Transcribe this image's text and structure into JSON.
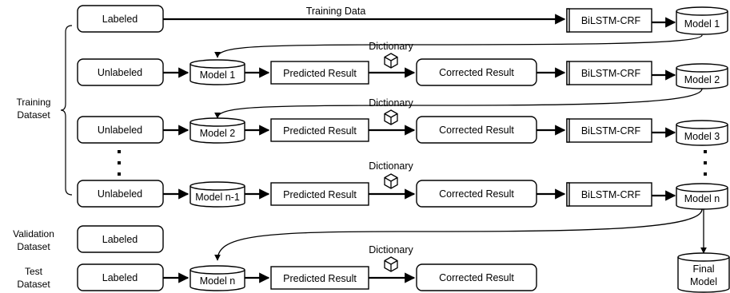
{
  "labels": {
    "labeled": "Labeled",
    "unlabeled": "Unlabeled",
    "training_data": "Training Data",
    "dictionary": "Dictionary",
    "predicted_result": "Predicted Result",
    "corrected_result": "Corrected Result",
    "bilstm_crf": "BiLSTM-CRF",
    "model_1": "Model 1",
    "model_2": "Model 2",
    "model_3": "Model 3",
    "model_n": "Model n",
    "model_n_minus_1": "Model n-1",
    "final_model_line1": "Final",
    "final_model_line2": "Model"
  },
  "datasets": {
    "training_line1": "Training",
    "training_line2": "Dataset",
    "validation_line1": "Validation",
    "validation_line2": "Dataset",
    "test_line1": "Test",
    "test_line2": "Dataset"
  }
}
